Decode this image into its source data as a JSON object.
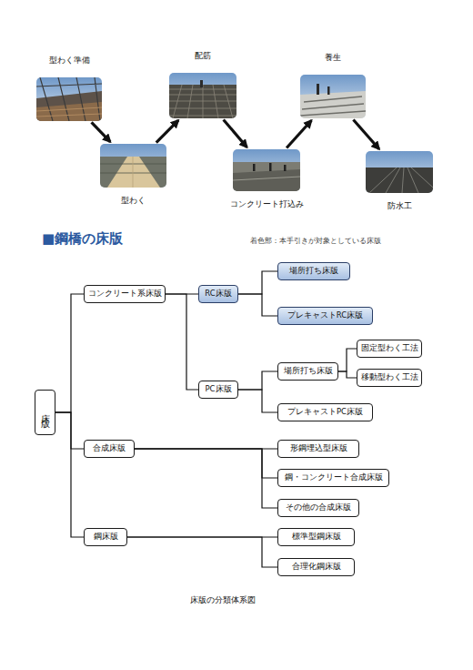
{
  "diagram": {
    "title": "■鋼橋の床版",
    "caption": "床版の分類体系図",
    "nodes": [
      {
        "text": [
          "型わく準備"
        ]
      },
      {
        "text": [
          "型わく"
        ]
      },
      {
        "text": [
          "配筋"
        ]
      },
      {
        "text": [
          "コンクリート打込み"
        ]
      },
      {
        "text": [
          "養生"
        ]
      },
      {
        "text": [
          "防水工"
        ]
      },
      {
        "text": [
          "床版"
        ]
      },
      {
        "text": [
          "コンクリート系床版"
        ]
      },
      {
        "text": [
          "RC床版"
        ]
      },
      {
        "text": [
          "場所打ち床版"
        ]
      },
      {
        "text": [
          "プレキャストRC床版"
        ]
      },
      {
        "text": [
          "PC床版"
        ]
      },
      {
        "text": [
          "場所打ち床版"
        ]
      },
      {
        "text": [
          "固定型わく工法"
        ]
      },
      {
        "text": [
          "移動型わく工法"
        ]
      },
      {
        "text": [
          "プレキャストPC床版"
        ]
      },
      {
        "text": [
          "合成床版"
        ]
      },
      {
        "text": [
          "形鋼埋込型床版"
        ]
      },
      {
        "text": [
          "鋼・コンクリート合成床版"
        ]
      },
      {
        "text": [
          "その他の合成床版"
        ]
      },
      {
        "text": [
          "鋼床版"
        ]
      },
      {
        "text": [
          "標準型鋼床版"
        ]
      },
      {
        "text": [
          "合理化鋼床版"
        ]
      }
    ],
    "edges": [
      {
        "from": 0,
        "to": 1,
        "arrow": "to"
      },
      {
        "from": 1,
        "to": 2,
        "arrow": "to"
      },
      {
        "from": 2,
        "to": 3,
        "arrow": "to"
      },
      {
        "from": 3,
        "to": 4,
        "arrow": "to"
      },
      {
        "from": 4,
        "to": 5,
        "arrow": "to"
      },
      {
        "from": 6,
        "to": 7,
        "arrow": "none"
      },
      {
        "from": 6,
        "to": 16,
        "arrow": "none"
      },
      {
        "from": 6,
        "to": 20,
        "arrow": "none"
      },
      {
        "from": 7,
        "to": 8,
        "arrow": "none"
      },
      {
        "from": 7,
        "to": 11,
        "arrow": "none"
      },
      {
        "from": 8,
        "to": 9,
        "arrow": "none"
      },
      {
        "from": 8,
        "to": 10,
        "arrow": "none"
      },
      {
        "from": 11,
        "to": 12,
        "arrow": "none"
      },
      {
        "from": 11,
        "to": 15,
        "arrow": "none"
      },
      {
        "from": 12,
        "to": 13,
        "arrow": "none"
      },
      {
        "from": 12,
        "to": 14,
        "arrow": "none"
      },
      {
        "from": 16,
        "to": 17,
        "arrow": "none"
      },
      {
        "from": 16,
        "to": 18,
        "arrow": "none"
      },
      {
        "from": 16,
        "to": 19,
        "arrow": "none"
      },
      {
        "from": 20,
        "to": 21,
        "arrow": "none"
      },
      {
        "from": 20,
        "to": 22,
        "arrow": "none"
      }
    ],
    "labels": [
      "着色部：本手引きが対象としている床版"
    ]
  }
}
